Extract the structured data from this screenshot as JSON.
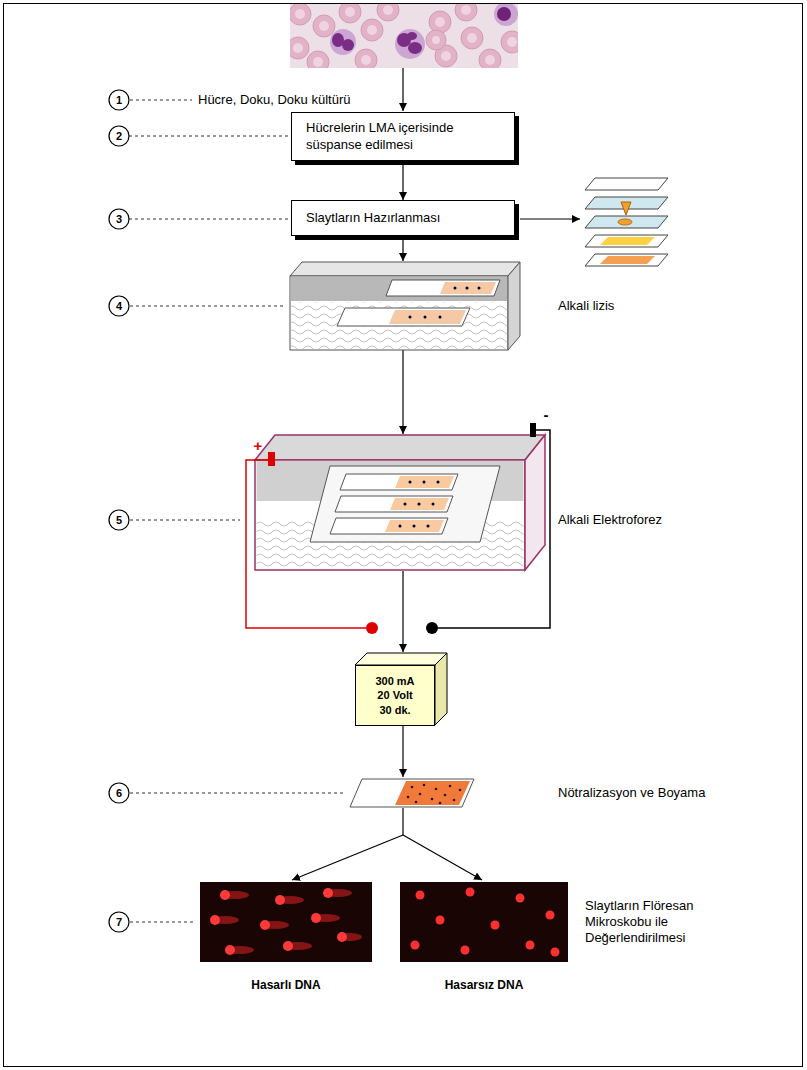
{
  "diagram": {
    "nodes": [
      {
        "text": [
          "1"
        ]
      },
      {
        "text": [
          "2"
        ]
      },
      {
        "text": [
          "Hücrelerin LMA içerisinde süspanse edilmesi"
        ]
      },
      {
        "text": [
          "3"
        ]
      },
      {
        "text": [
          "Slaytların Hazırlanması"
        ]
      },
      {
        "text": [
          "4"
        ]
      },
      {
        "text": [
          "5"
        ]
      },
      {
        "text": [
          "300 mA",
          "20 Volt",
          "30 dk."
        ]
      },
      {
        "text": [
          "6"
        ]
      },
      {
        "text": [
          "7"
        ]
      }
    ],
    "edges": [
      {
        "from": 1,
        "to": 2,
        "arrow": "none"
      },
      {
        "from": 3,
        "to": 4,
        "arrow": "none"
      },
      {
        "from": 2,
        "to": 4,
        "arrow": "to"
      }
    ],
    "labels": [
      "Hücre, Doku, Doku kültürü",
      "Alkali lizis",
      "+",
      "-",
      "Alkali Elektroforez",
      "Nötralizasyon ve Boyama",
      "Hasarlı DNA",
      "Hasarsız DNA",
      "Slaytların Flöresan Mikroskobu ile Değerlendirilmesi"
    ]
  }
}
